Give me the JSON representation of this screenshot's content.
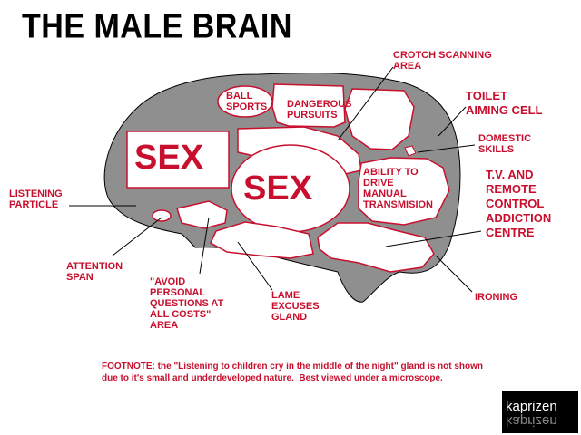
{
  "title": "THE MALE BRAIN",
  "regions": {
    "sex_left": "SEX",
    "sex_center": "SEX",
    "ball_sports": "BALL\nSPORTS",
    "dangerous_pursuits": "DANGEROUS\nPURSUITS",
    "ability_to_drive": "ABILITY TO\nDRIVE\nMANUAL\nTRANSMISION"
  },
  "labels": {
    "crotch_scanning": "CROTCH SCANNING\nAREA",
    "toilet_aiming": "TOILET\nAIMING CELL",
    "domestic_skills": "DOMESTIC\nSKILLS",
    "tv_remote": "T.V. AND\nREMOTE\nCONTROL\nADDICTION\nCENTRE",
    "listening_particle": "LISTENING\nPARTICLE",
    "attention_span": "ATTENTION\nSPAN",
    "avoid_personal": "\"AVOID\nPERSONAL\nQUESTIONS AT\nALL COSTS\"\nAREA",
    "lame_excuses": "LAME\nEXCUSES\nGLAND",
    "ironing": "IRONING"
  },
  "footnote": "FOOTNOTE: the \"Listening to children cry in the middle of the night\" gland is not shown\ndue to it's small and underdeveloped nature.  Best viewed under a microscope.",
  "logo": {
    "text": "kaprizen"
  },
  "colors": {
    "brain": "#8f8f8f",
    "accent": "#c8102e",
    "region_fill": "#ffffff"
  }
}
